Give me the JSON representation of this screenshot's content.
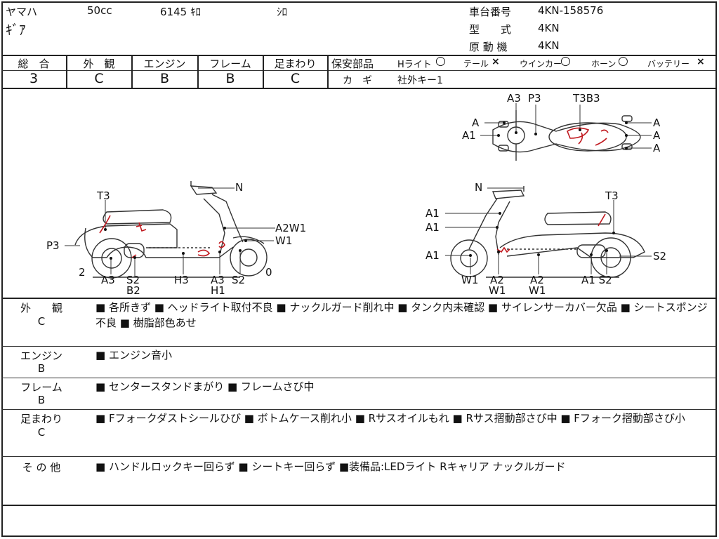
{
  "header": {
    "maker": "ヤマハ",
    "cc": "50cc",
    "mileage": "6145 ｷﾛ",
    "color": "ｼﾛ",
    "model_name": "ｷﾞｱ",
    "frame_no_label": "車台番号",
    "frame_no": "4KN-158576",
    "model_code_label": "型　　式",
    "model_code": "4KN",
    "engine_label": "原 動 機",
    "engine_code": "4KN"
  },
  "grades": {
    "overall_label": "総　合",
    "overall": "3",
    "exterior_label": "外　観",
    "exterior": "C",
    "engine_label": "エンジン",
    "engine": "B",
    "frame_label": "フレーム",
    "frame": "B",
    "suspension_label": "足まわり",
    "suspension": "C"
  },
  "safety": {
    "label": "保安部品",
    "headlight": "Hライト",
    "headlight_mark": "○",
    "tail": "テール",
    "tail_mark": "×",
    "winker": "ウインカー",
    "winker_mark": "○",
    "horn": "ホーン",
    "horn_mark": "○",
    "battery": "バッテリー",
    "battery_mark": "×",
    "key_label": "カ　ギ",
    "key_value": "社外キー1"
  },
  "diagram_labels": {
    "left": {
      "n": "N",
      "t3": "T3",
      "p3": "P3",
      "a2w1": "A2W1",
      "w1": "W1",
      "two": "2",
      "zero": "0",
      "a3": "A3",
      "s2b2": [
        "S2",
        "B2"
      ],
      "h3": "H3",
      "a3h1": [
        "A3",
        "H1"
      ],
      "s2": "S2"
    },
    "right": {
      "n": "N",
      "a1_1": "A1",
      "a1_2": "A1",
      "a1_3": "A1",
      "t3": "T3",
      "s2": "S2",
      "w1": "W1",
      "a2w1_1": [
        "A2",
        "W1"
      ],
      "a2w1_2": [
        "A2",
        "W1"
      ],
      "a1s2": "A1 S2"
    },
    "top": {
      "a3": "A3",
      "p3": "P3",
      "t3b3": "T3B3",
      "a_l1": "A",
      "a1_l": "A1",
      "a_r1": "A",
      "a_r2": "A",
      "a_r3": "A"
    }
  },
  "sections": [
    {
      "label": "外　　観",
      "grade": "C",
      "text": "■ 各所きず ■ ヘッドライト取付不良 ■ ナックルガード削れ中 ■ タンク内未確認 ■ サイレンサーカバー欠品 ■ シートスポンジ不良 ■ 樹脂部色あせ"
    },
    {
      "label": "エンジン",
      "grade": "B",
      "text": "■ エンジン音小"
    },
    {
      "label": "フレーム",
      "grade": "B",
      "text": "■ センタースタンドまがり ■ フレームさび中"
    },
    {
      "label": "足まわり",
      "grade": "C",
      "text": "■ Fフォークダストシールひび ■ ボトムケース削れ小 ■ Rサスオイルもれ ■ Rサス摺動部さび中 ■ Fフォーク摺動部さび小"
    },
    {
      "label": "そ の 他",
      "grade": "",
      "text": "■ ハンドルロックキー回らず ■ シートキー回らず ■装備品:LEDライト Rキャリア ナックルガード"
    }
  ],
  "colors": {
    "line": "#222222",
    "damage_mark": "#c0181e"
  }
}
